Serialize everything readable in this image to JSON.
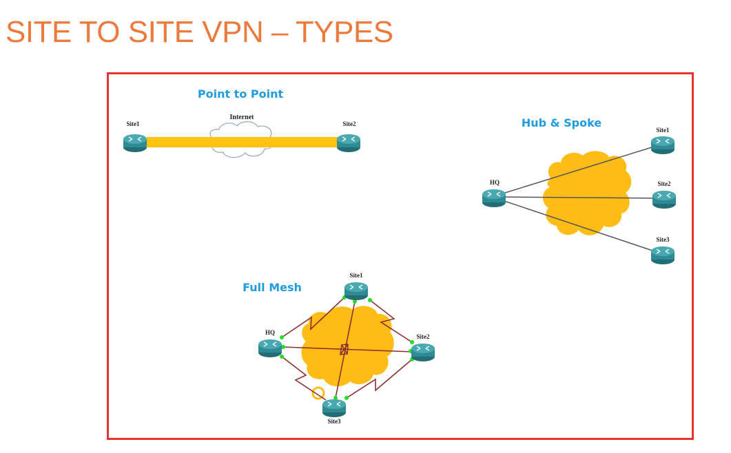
{
  "slide": {
    "title": "SITE TO SITE VPN – TYPES",
    "title_color": "#ec7a3c",
    "frame_color": "#e8332f"
  },
  "colors": {
    "section_title": "#1f9ce0",
    "router_body": "#2e8a93",
    "router_top": "#4aa8b0",
    "tunnel": "#ffc20e",
    "cloud_fill": "#fdbd16",
    "serial_link": "#8b2f2f",
    "port_dot": "#22dd22",
    "hub_link": "#555555"
  },
  "diagrams": {
    "point_to_point": {
      "title": "Point to Point",
      "cloud_label": "Internet",
      "nodes": [
        {
          "id": "site1",
          "label": "Site1"
        },
        {
          "id": "site2",
          "label": "Site2"
        }
      ]
    },
    "hub_and_spoke": {
      "title": "Hub & Spoke",
      "nodes": [
        {
          "id": "hq",
          "label": "HQ"
        },
        {
          "id": "site1",
          "label": "Site1"
        },
        {
          "id": "site2",
          "label": "Site2"
        },
        {
          "id": "site3",
          "label": "Site3"
        }
      ]
    },
    "full_mesh": {
      "title": "Full Mesh",
      "nodes": [
        {
          "id": "site1",
          "label": "Site1"
        },
        {
          "id": "hq",
          "label": "HQ"
        },
        {
          "id": "site2",
          "label": "Site2"
        },
        {
          "id": "site3",
          "label": "Site3"
        }
      ]
    }
  }
}
